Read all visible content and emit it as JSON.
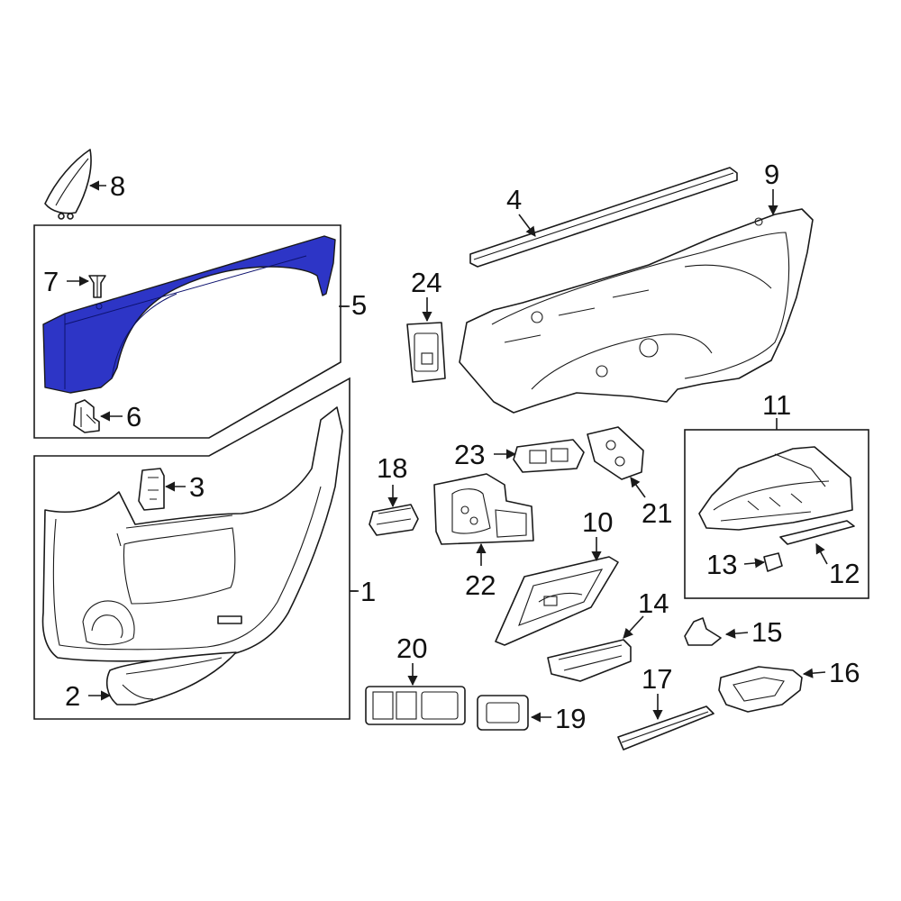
{
  "colors": {
    "highlight": "#2d35c6",
    "ink": "#1a1a1a",
    "background": "#ffffff"
  },
  "callouts": {
    "c1": "1",
    "c2": "2",
    "c3": "3",
    "c4": "4",
    "c5": "5",
    "c6": "6",
    "c7": "7",
    "c8": "8",
    "c9": "9",
    "c10": "10",
    "c11": "11",
    "c12": "12",
    "c13": "13",
    "c14": "14",
    "c15": "15",
    "c16": "16",
    "c17": "17",
    "c18": "18",
    "c19": "19",
    "c20": "20",
    "c21": "21",
    "c22": "22",
    "c23": "23",
    "c24": "24"
  }
}
